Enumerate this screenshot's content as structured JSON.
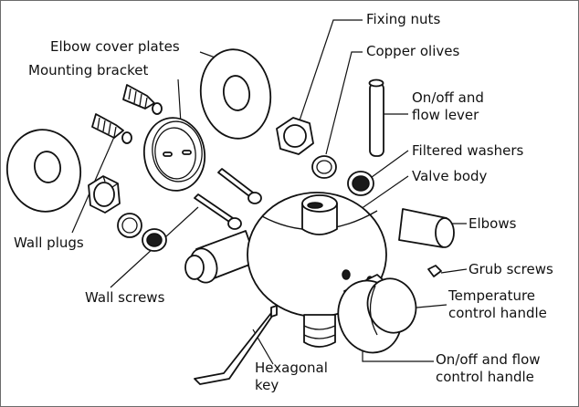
{
  "diagram": {
    "labels": {
      "fixing_nuts": "Fixing nuts",
      "elbow_cover_plates": "Elbow cover plates",
      "copper_olives": "Copper olives",
      "mounting_bracket": "Mounting bracket",
      "on_off_flow_lever": [
        "On/off and",
        "flow lever"
      ],
      "filtered_washers": "Filtered washers",
      "valve_body": "Valve body",
      "elbows": "Elbows",
      "wall_plugs": "Wall plugs",
      "grub_screws": "Grub screws",
      "wall_screws": "Wall screws",
      "temperature_control_handle": [
        "Temperature",
        "control handle"
      ],
      "hexagonal_key": [
        "Hexagonal",
        "key"
      ],
      "on_off_flow_control_handle": [
        "On/off and flow",
        "control handle"
      ]
    }
  }
}
